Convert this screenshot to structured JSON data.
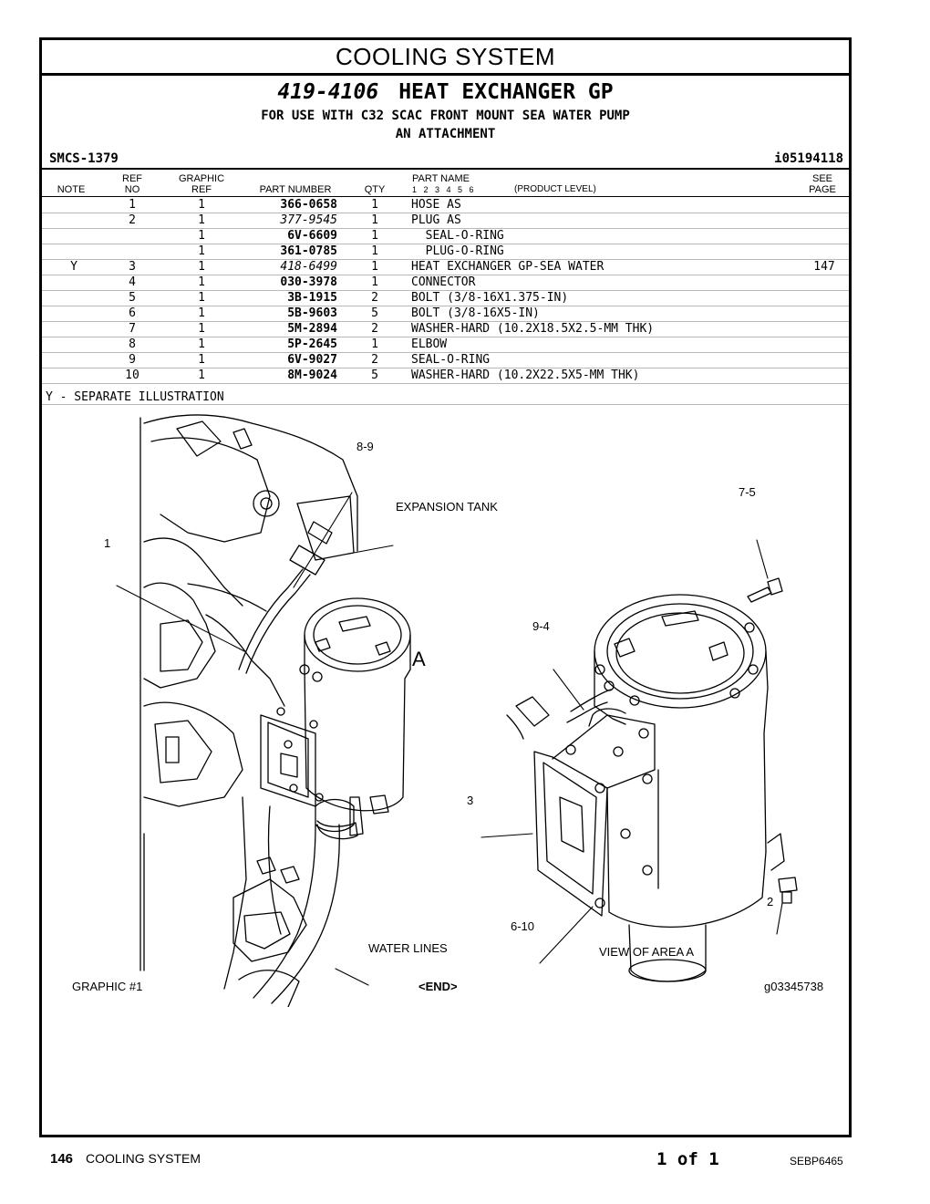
{
  "section_title": "COOLING SYSTEM",
  "group": {
    "part_number": "419-4106",
    "name": "HEAT EXCHANGER GP",
    "desc_line1": "FOR USE WITH C32 SCAC FRONT MOUNT SEA WATER PUMP",
    "desc_line2": "AN ATTACHMENT"
  },
  "smcs": "SMCS-1379",
  "info_id": "i05194118",
  "columns": {
    "note": "NOTE",
    "ref_top": "REF",
    "ref_bot": "NO",
    "graphic_top": "GRAPHIC",
    "graphic_bot": "REF",
    "part_number": "PART NUMBER",
    "qty": "QTY",
    "part_name": "PART NAME",
    "levels": "1   2   3   4   5   6",
    "product_level": "(PRODUCT LEVEL)",
    "see_top": "SEE",
    "see_bot": "PAGE"
  },
  "rows": [
    {
      "note": "",
      "ref": "1",
      "gref": "1",
      "pn": "366-0658",
      "qty": "1",
      "name": "HOSE AS",
      "see": ""
    },
    {
      "note": "",
      "ref": "2",
      "gref": "1",
      "pn": "377-9545",
      "qty": "1",
      "name": "PLUG AS",
      "see": ""
    },
    {
      "note": "",
      "ref": "",
      "gref": "1",
      "pn": "6V-6609",
      "qty": "1",
      "name": "  SEAL-O-RING",
      "see": ""
    },
    {
      "note": "",
      "ref": "",
      "gref": "1",
      "pn": "361-0785",
      "qty": "1",
      "name": "  PLUG-O-RING",
      "see": ""
    },
    {
      "note": "Y",
      "ref": "3",
      "gref": "1",
      "pn": "418-6499",
      "qty": "1",
      "name": "HEAT EXCHANGER GP-SEA WATER",
      "see": "147"
    },
    {
      "note": "",
      "ref": "4",
      "gref": "1",
      "pn": "030-3978",
      "qty": "1",
      "name": "CONNECTOR",
      "see": ""
    },
    {
      "note": "",
      "ref": "5",
      "gref": "1",
      "pn": "3B-1915",
      "qty": "2",
      "name": "BOLT (3/8-16X1.375-IN)",
      "see": ""
    },
    {
      "note": "",
      "ref": "6",
      "gref": "1",
      "pn": "5B-9603",
      "qty": "5",
      "name": "BOLT (3/8-16X5-IN)",
      "see": ""
    },
    {
      "note": "",
      "ref": "7",
      "gref": "1",
      "pn": "5M-2894",
      "qty": "2",
      "name": "WASHER-HARD (10.2X18.5X2.5-MM THK)",
      "see": ""
    },
    {
      "note": "",
      "ref": "8",
      "gref": "1",
      "pn": "5P-2645",
      "qty": "1",
      "name": "ELBOW",
      "see": ""
    },
    {
      "note": "",
      "ref": "9",
      "gref": "1",
      "pn": "6V-9027",
      "qty": "2",
      "name": "SEAL-O-RING",
      "see": ""
    },
    {
      "note": "",
      "ref": "10",
      "gref": "1",
      "pn": "8M-9024",
      "qty": "5",
      "name": "WASHER-HARD (10.2X22.5X5-MM THK)",
      "see": ""
    }
  ],
  "legend": "Y - SEPARATE ILLUSTRATION",
  "illustration": {
    "callout_8_9": "8-9",
    "expansion_tank": "EXPANSION TANK",
    "callout_1": "1",
    "area_a": "A",
    "callout_7_5": "7-5",
    "callout_9_4": "9-4",
    "callout_3": "3",
    "callout_2": "2",
    "callout_6_10": "6-10",
    "water_lines": "WATER LINES",
    "view_of_area_a": "VIEW OF AREA A",
    "graphic_no": "GRAPHIC #1",
    "end_mark": "<END>",
    "graphic_id": "g03345738"
  },
  "footer": {
    "page_no": "146",
    "section": "COOLING SYSTEM",
    "page_of": "1 of 1",
    "doc_id": "SEBP6465"
  }
}
